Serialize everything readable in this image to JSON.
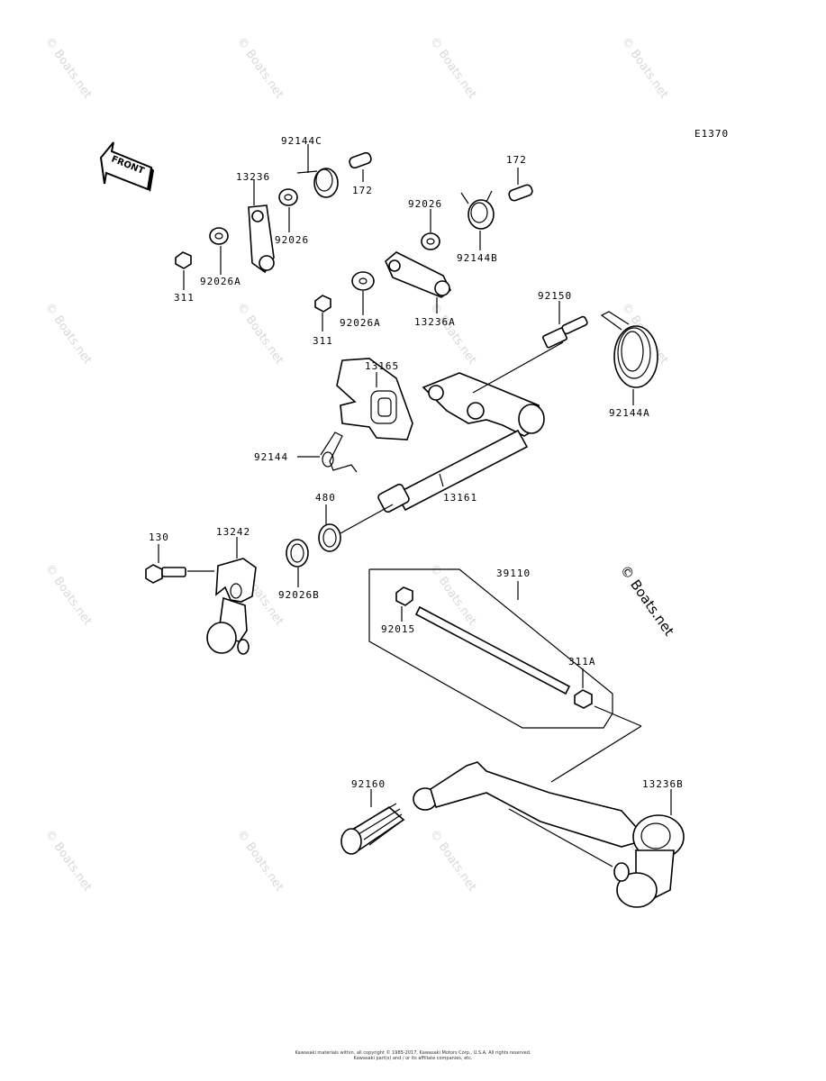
{
  "diagram": {
    "code": "E1370",
    "front_label": "FRONT",
    "watermark": "© Boats.net",
    "copyright_lines": [
      "Kawasaki materials within, all copyright © 1985-2017, Kawasaki Motors Corp., U.S.A. All rights reserved.",
      "Kawasaki part(s) and / or its affiliate companies, etc."
    ],
    "labels": {
      "p92144C": "92144C",
      "p172a": "172",
      "p172b": "172",
      "p13236": "13236",
      "p92026a": "92026",
      "p92026b": "92026",
      "p92026A1": "92026A",
      "p92026A2": "92026A",
      "p311a": "311",
      "p311b": "311",
      "p92144B": "92144B",
      "p13236A": "13236A",
      "p92150": "92150",
      "p13165": "13165",
      "p92144A": "92144A",
      "p92144": "92144",
      "p480": "480",
      "p13161": "13161",
      "p130": "130",
      "p13242": "13242",
      "p92026B": "92026B",
      "p39110": "39110",
      "p92015": "92015",
      "p311A": "311A",
      "p92160": "92160",
      "p13236B": "13236B"
    }
  }
}
